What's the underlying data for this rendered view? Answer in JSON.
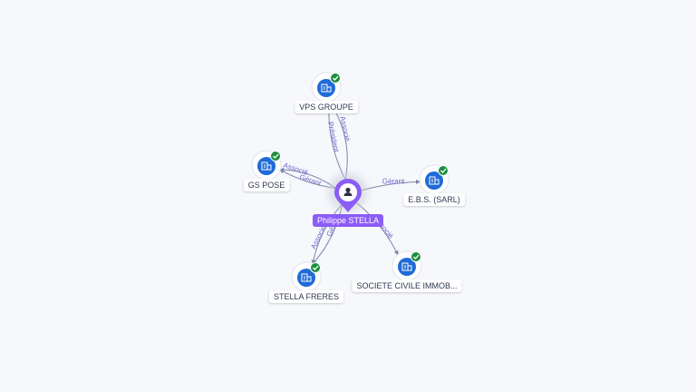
{
  "colors": {
    "company": "#1f6bd8",
    "person": "#8b5cf6",
    "verified": "#1e8e3e",
    "edge": "#7b86a8",
    "edge_label": "#6f63c9"
  },
  "center": {
    "name": "Philippe STELLA",
    "icon": "person-icon"
  },
  "companies": [
    {
      "id": "vps",
      "name": "VPS GROUPE",
      "icon": "building-icon",
      "verified": true
    },
    {
      "id": "gs",
      "name": "GS POSE",
      "icon": "building-icon",
      "verified": true
    },
    {
      "id": "ebs",
      "name": "E.B.S. (SARL)",
      "icon": "building-icon",
      "verified": true
    },
    {
      "id": "stella",
      "name": "STELLA FRERES",
      "icon": "building-icon",
      "verified": true
    },
    {
      "id": "sci",
      "name": "SOCIETE CIVILE IMMOB...",
      "icon": "building-icon",
      "verified": true
    }
  ],
  "relations": [
    {
      "from": "center",
      "to": "vps",
      "label": "Président"
    },
    {
      "from": "center",
      "to": "vps",
      "label": "Associé"
    },
    {
      "from": "center",
      "to": "gs",
      "label": "Gérant"
    },
    {
      "from": "center",
      "to": "gs",
      "label": "Associé"
    },
    {
      "from": "center",
      "to": "ebs",
      "label": "Gérant"
    },
    {
      "from": "center",
      "to": "stella",
      "label": "Gérant"
    },
    {
      "from": "center",
      "to": "stella",
      "label": "Associé"
    },
    {
      "from": "center",
      "to": "sci",
      "label": "Associé"
    }
  ]
}
